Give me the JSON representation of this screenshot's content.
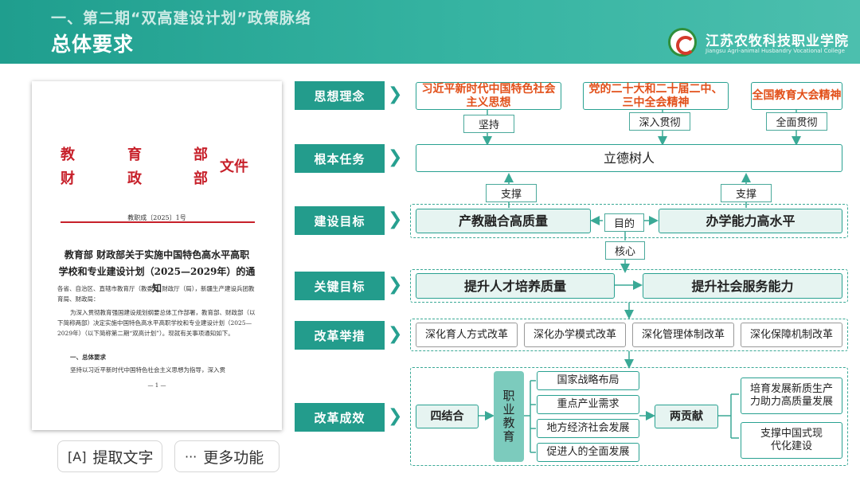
{
  "header": {
    "section_title": "一、第二期“双高建设计划”政策脉络",
    "page_title": "总体要求",
    "college_name": "江苏农牧科技职业学院",
    "college_name_en": "Jiangsu Agri-animal Husbandry Vocational College"
  },
  "document": {
    "issuer_1": "教",
    "issuer_2": "育",
    "issuer_3": "部",
    "issuer_4": "财",
    "issuer_5": "政",
    "issuer_6": "部",
    "file_word": "文件",
    "doc_number": "教职成〔2025〕1号",
    "title_line_1": "教育部 财政部关于实施中国特色高水平高职",
    "title_line_2": "学校和专业建设计划（2025—2029年）的通知",
    "para_1": "各省、自治区、直辖市教育厅（教委）、财政厅（局），新疆生产建设兵团教育局、财政局：",
    "para_2": "为深入贯彻教育强国建设规划纲要总体工作部署，教育部、财政部（以下简称两部）决定实施中国特色高水平高职学校和专业建设计划（2025—2029年）（以下简称第二期“双高计划”）。现就有关事项通知如下。",
    "para_3": "一、总体要求",
    "para_4": "坚持以习近平新时代中国特色社会主义思想为指导，深入贯",
    "page_no": "— 1 —"
  },
  "buttons": {
    "extract_text": "提取文字",
    "more_features": "更多功能"
  },
  "categories": [
    "思想理念",
    "根本任务",
    "建设目标",
    "关键目标",
    "改革举措",
    "改革成效"
  ],
  "thought": {
    "box_1": "习近平新时代中国特色社会主义思想",
    "box_2": "党的二十大和二十届二中、三中全会精神",
    "box_3": "全国教育大会精神",
    "label_1": "坚持",
    "label_2": "深入贯彻",
    "label_3": "全面贯彻"
  },
  "task": {
    "main": "立德树人",
    "support_1": "支撑",
    "support_2": "支撑"
  },
  "goal": {
    "left": "产教融合高质量",
    "right": "办学能力高水平",
    "purpose": "目的",
    "core": "核心"
  },
  "key": {
    "left": "提升人才培养质量",
    "right": "提升社会服务能力"
  },
  "measures": [
    "深化育人方式改革",
    "深化办学模式改革",
    "深化管理体制改革",
    "深化保障机制改革"
  ],
  "effects": {
    "four": "四结合",
    "vocational": "职业教育",
    "items": [
      "国家战略布局",
      "重点产业需求",
      "地方经济社会发展",
      "促进人的全面发展"
    ],
    "two": "两贡献",
    "contrib_1": "培育发展新质生产力助力高质量发展",
    "contrib_2": "支撑中国式现代化建设"
  },
  "colors": {
    "teal": "#239c8c",
    "orange_text": "#e2501a",
    "doc_red": "#c7202a"
  }
}
